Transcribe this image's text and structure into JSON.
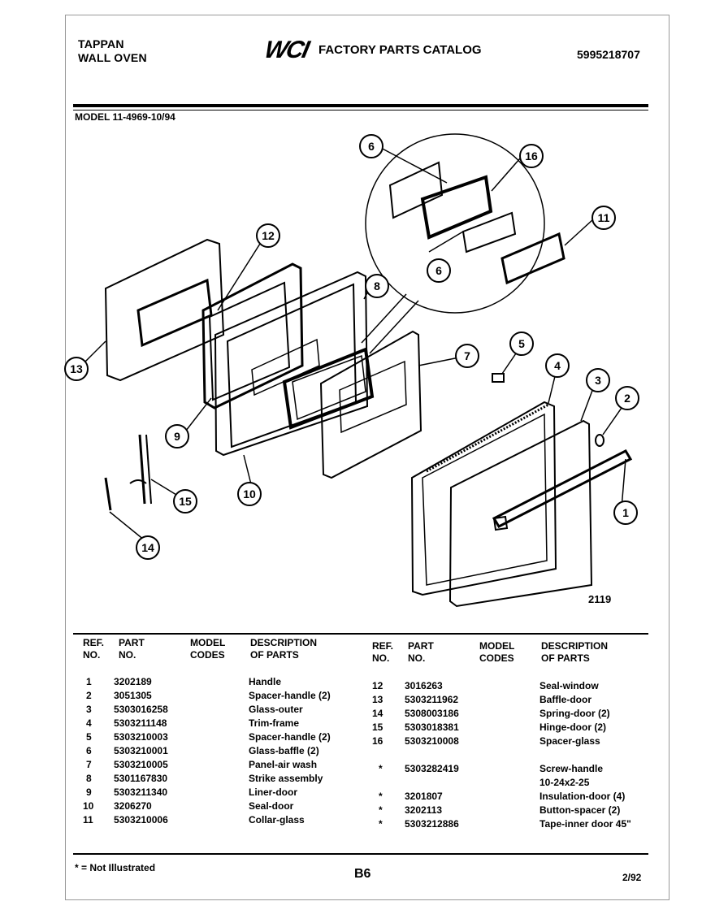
{
  "header": {
    "brand_line1": "TAPPAN",
    "brand_line2": "WALL OVEN",
    "logo": "WCI",
    "catalog_title": "FACTORY PARTS CATALOG",
    "catalog_number": "5995218707",
    "model": "MODEL 11-4969-10/94"
  },
  "diagram": {
    "figure_number": "2119",
    "callouts": [
      "1",
      "2",
      "3",
      "4",
      "5",
      "6",
      "6",
      "7",
      "8",
      "9",
      "10",
      "11",
      "12",
      "13",
      "14",
      "15",
      "16"
    ]
  },
  "table": {
    "left_headers": {
      "ref": "REF.\nNO.",
      "part": "PART\nNO.",
      "model": "MODEL\nCODES",
      "desc": "DESCRIPTION\nOF PARTS"
    },
    "right_headers": {
      "ref": "REF.\nNO.",
      "part": "PART\nNO.",
      "model": "MODEL\nCODES",
      "desc": "DESCRIPTION\nOF PARTS"
    },
    "left_rows": [
      {
        "ref": "1",
        "part": "3202189",
        "desc": "Handle"
      },
      {
        "ref": "2",
        "part": "3051305",
        "desc": "Spacer-handle (2)"
      },
      {
        "ref": "3",
        "part": "5303016258",
        "desc": "Glass-outer"
      },
      {
        "ref": "4",
        "part": "5303211148",
        "desc": "Trim-frame"
      },
      {
        "ref": "5",
        "part": "5303210003",
        "desc": "Spacer-handle (2)"
      },
      {
        "ref": "6",
        "part": "5303210001",
        "desc": "Glass-baffle (2)"
      },
      {
        "ref": "7",
        "part": "5303210005",
        "desc": "Panel-air wash"
      },
      {
        "ref": "8",
        "part": "5301167830",
        "desc": "Strike assembly"
      },
      {
        "ref": "9",
        "part": "5303211340",
        "desc": "Liner-door"
      },
      {
        "ref": "10",
        "part": "3206270",
        "desc": "Seal-door"
      },
      {
        "ref": "11",
        "part": "5303210006",
        "desc": "Collar-glass"
      }
    ],
    "right_rows": [
      {
        "ref": "12",
        "part": "3016263",
        "desc": "Seal-window"
      },
      {
        "ref": "13",
        "part": "5303211962",
        "desc": "Baffle-door"
      },
      {
        "ref": "14",
        "part": "5308003186",
        "desc": "Spring-door (2)"
      },
      {
        "ref": "15",
        "part": "5303018381",
        "desc": "Hinge-door (2)"
      },
      {
        "ref": "16",
        "part": "5303210008",
        "desc": "Spacer-glass"
      },
      {
        "ref": "*",
        "part": "5303282419",
        "desc": "Screw-handle"
      },
      {
        "ref": "",
        "part": "",
        "desc": "10-24x2-25"
      },
      {
        "ref": "*",
        "part": "3201807",
        "desc": "Insulation-door (4)"
      },
      {
        "ref": "*",
        "part": "3202113",
        "desc": "Button-spacer (2)"
      },
      {
        "ref": "*",
        "part": "5303212886",
        "desc": "Tape-inner door 45\""
      }
    ]
  },
  "footer": {
    "footnote": "* = Not Illustrated",
    "page_code": "B6",
    "date": "2/92"
  }
}
